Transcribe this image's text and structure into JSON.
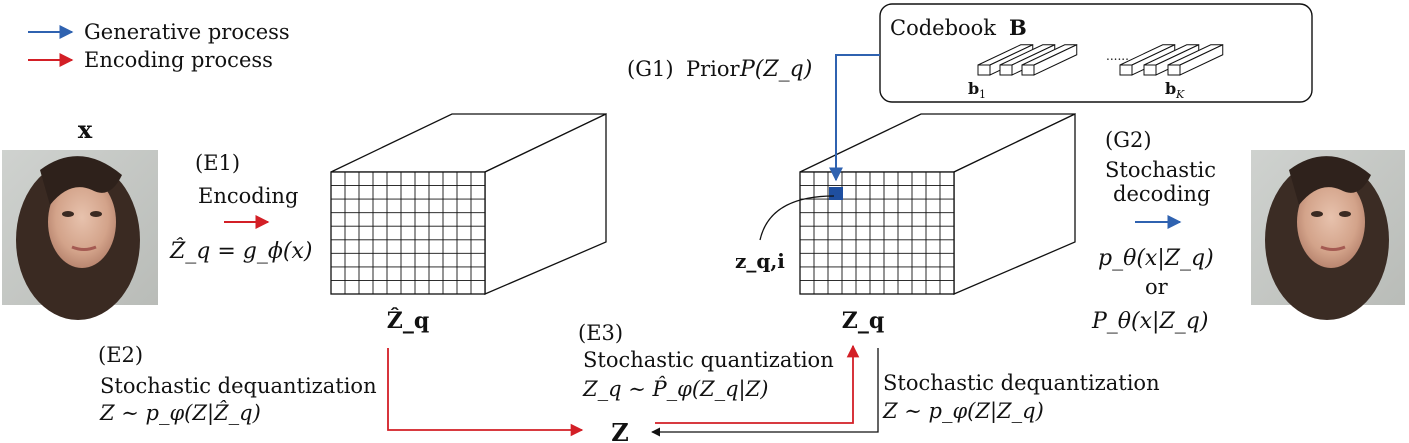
{
  "legend": {
    "generative": {
      "label": "Generative process",
      "color": "#2f62b0"
    },
    "encoding": {
      "label": "Encoding process",
      "color": "#d31f26"
    }
  },
  "input_image": {
    "label": "x"
  },
  "codebook": {
    "title_text": "Codebook",
    "title_symbol": "B",
    "first_label": "b",
    "first_sub": "1",
    "last_label": "b",
    "last_sub": "K"
  },
  "steps": {
    "e1": {
      "tag": "(E1)",
      "name": "Encoding",
      "formula": "Ẑ_q = g_ϕ(x)"
    },
    "e2": {
      "tag": "(E2)",
      "name": "Stochastic dequantization",
      "formula": "Z ∼ p_φ(Z|Ẑ_q)"
    },
    "e3": {
      "tag": "(E3)",
      "name": "Stochastic quantization",
      "formula": "Z_q ∼ P̂_φ(Z_q|Z)"
    },
    "g1": {
      "tag": "(G1)",
      "name": "Prior",
      "formula": "P(Z_q)"
    },
    "g2": {
      "tag": "(G2)",
      "name_line1": "Stochastic",
      "name_line2": "decoding",
      "formula1": "p_θ(x|Z_q)",
      "or": "or",
      "formula2": "P_θ(x|Z_q)"
    },
    "dequant_right": {
      "name": "Stochastic dequantization",
      "formula": "Z ∼ p_φ(Z|Z_q)"
    }
  },
  "tensors": {
    "left": {
      "label": "Ẑ_q"
    },
    "right": {
      "label": "Z_q",
      "element_label": "z_q,i"
    }
  },
  "middle_node": {
    "label": "Z"
  },
  "colors": {
    "blue": "#2f62b0",
    "red": "#d31f26",
    "selected_cell": "#1f4fa0"
  }
}
